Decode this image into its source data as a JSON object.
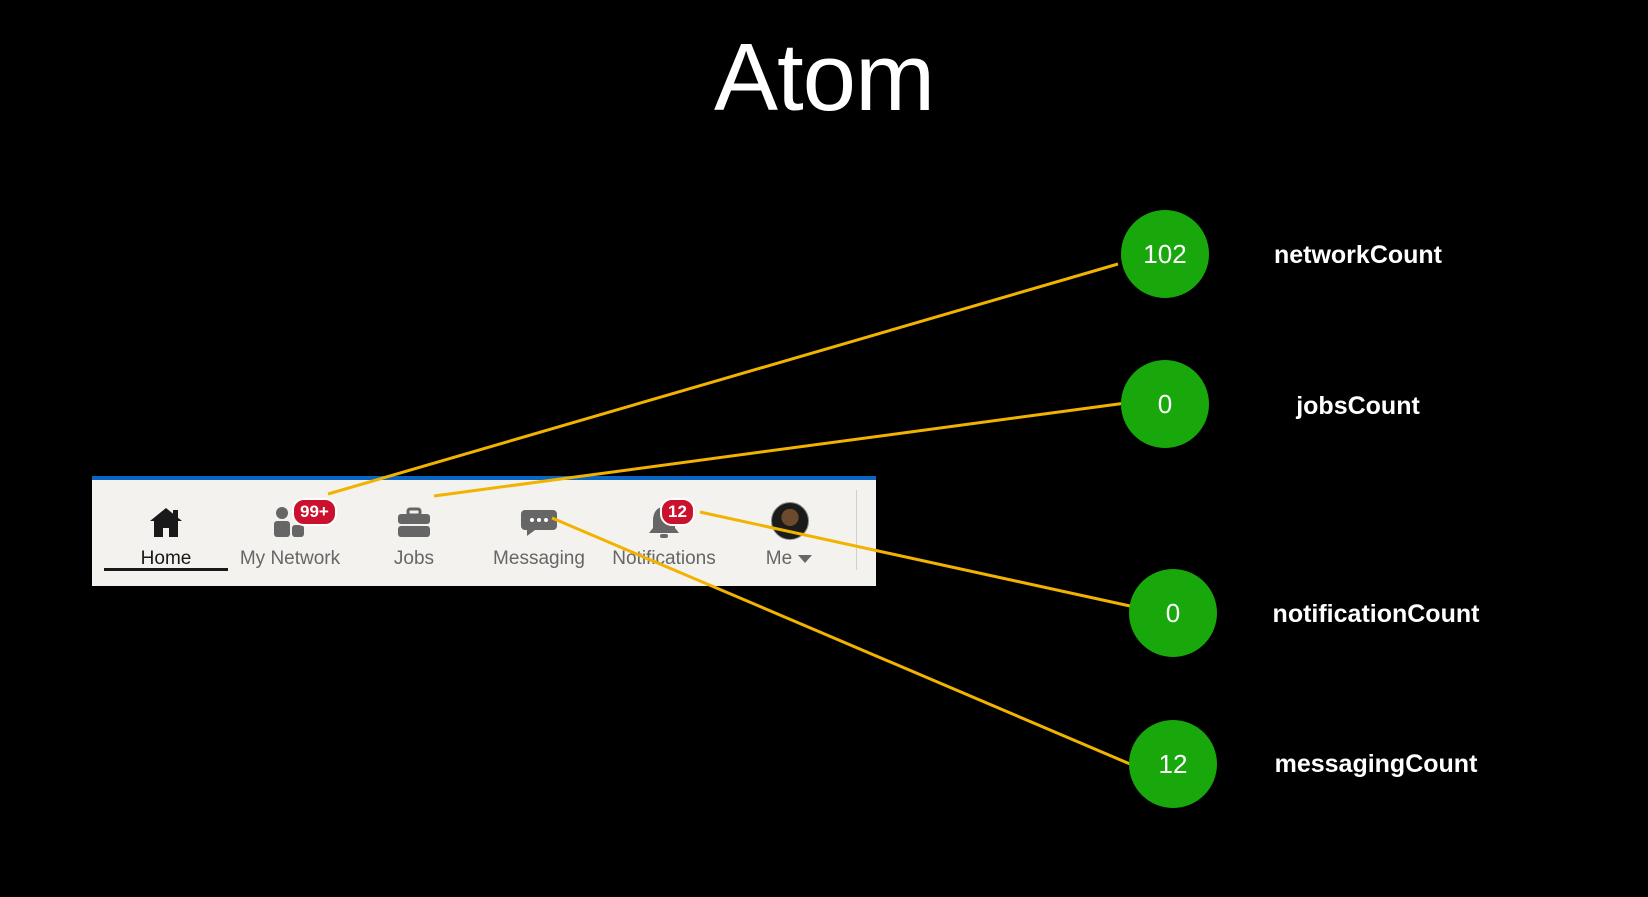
{
  "title": "Atom",
  "navbar": {
    "items": [
      {
        "label": "Home",
        "icon": "home-icon"
      },
      {
        "label": "My Network",
        "icon": "network-people-icon",
        "badge": "99+"
      },
      {
        "label": "Jobs",
        "icon": "briefcase-icon"
      },
      {
        "label": "Messaging",
        "icon": "chat-bubble-icon"
      },
      {
        "label": "Notifications",
        "icon": "bell-icon",
        "badge": "12"
      },
      {
        "label": "Me",
        "icon": "avatar"
      }
    ],
    "accent": "#0a66c2",
    "badge_color": "#cb112d"
  },
  "atoms": [
    {
      "count": "102",
      "name": "networkCount"
    },
    {
      "count": "0",
      "name": "jobsCount"
    },
    {
      "count": "0",
      "name": "notificationCount"
    },
    {
      "count": "12",
      "name": "messagingCount"
    }
  ],
  "colors": {
    "bubble": "#18a80c",
    "connector": "#f2b300",
    "background": "#000000"
  }
}
